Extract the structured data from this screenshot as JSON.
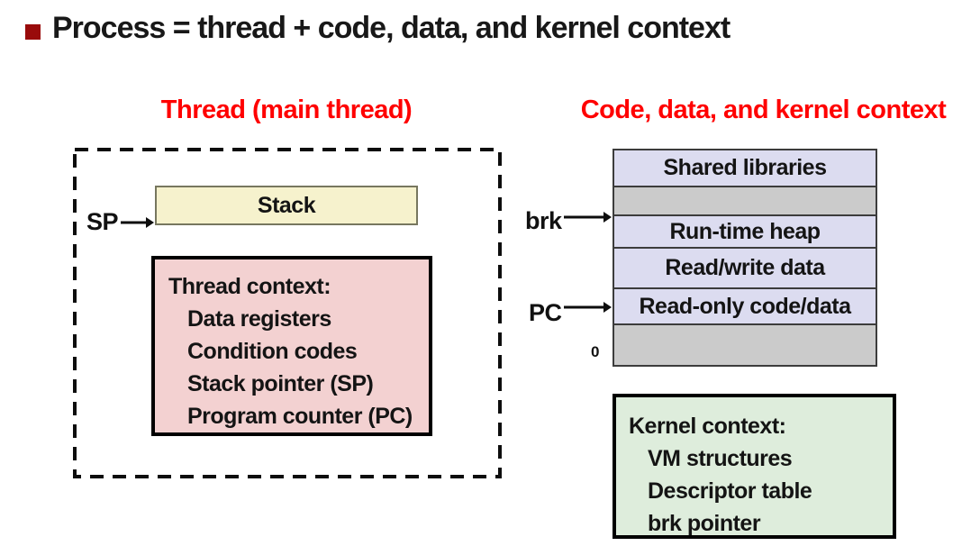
{
  "slide": {
    "title": "Process = thread + code, data, and kernel context"
  },
  "thread": {
    "heading": "Thread (main thread)",
    "sp_label": "SP",
    "stack_label": "Stack",
    "context": {
      "heading": "Thread context:",
      "items": [
        "Data registers",
        "Condition codes",
        "Stack pointer (SP)",
        "Program counter (PC)"
      ]
    }
  },
  "memory": {
    "heading": "Code, data, and kernel context",
    "brk_label": "brk",
    "pc_label": "PC",
    "zero_label": "0",
    "segments": [
      {
        "label": "Shared libraries",
        "fill": "lavender"
      },
      {
        "label": "",
        "fill": "gray"
      },
      {
        "label": "Run-time heap",
        "fill": "lavender"
      },
      {
        "label": "Read/write data",
        "fill": "lavender"
      },
      {
        "label": "Read-only code/data",
        "fill": "lavender"
      },
      {
        "label": "",
        "fill": "gray"
      }
    ],
    "kernel": {
      "heading": "Kernel context:",
      "items": [
        "VM structures",
        "Descriptor table",
        "brk pointer"
      ]
    }
  },
  "colors": {
    "heading_red": "#ff0000",
    "bullet_maroon": "#990b0b",
    "stack_yellow": "#f6f2cd",
    "thread_pink": "#f3d1d1",
    "kernel_green": "#deeddc",
    "segment_lavender": "#dcdcf0",
    "segment_gray": "#cbcbcb"
  }
}
